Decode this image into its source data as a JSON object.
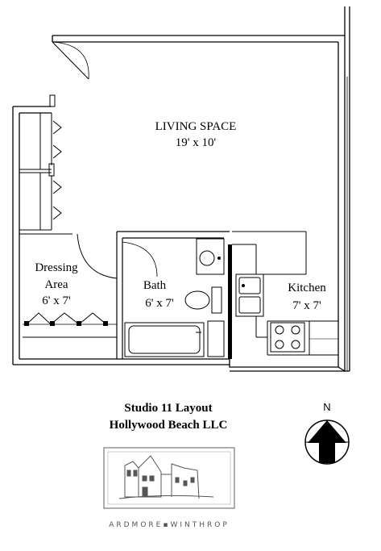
{
  "rooms": {
    "living": {
      "name": "LIVING SPACE",
      "size": "19' x 10'"
    },
    "dressing": {
      "name_line1": "Dressing",
      "name_line2": "Area",
      "size": "6' x 7'"
    },
    "bath": {
      "name": "Bath",
      "size": "6' x 7'"
    },
    "kitchen": {
      "name": "Kitchen",
      "size": "7' x 7'"
    }
  },
  "caption": {
    "line1": "Studio 11 Layout",
    "line2": "Hollywood Beach LLC"
  },
  "compass": {
    "label": "N"
  },
  "logo": {
    "text": "ARDMORE▪WINTHROP"
  }
}
